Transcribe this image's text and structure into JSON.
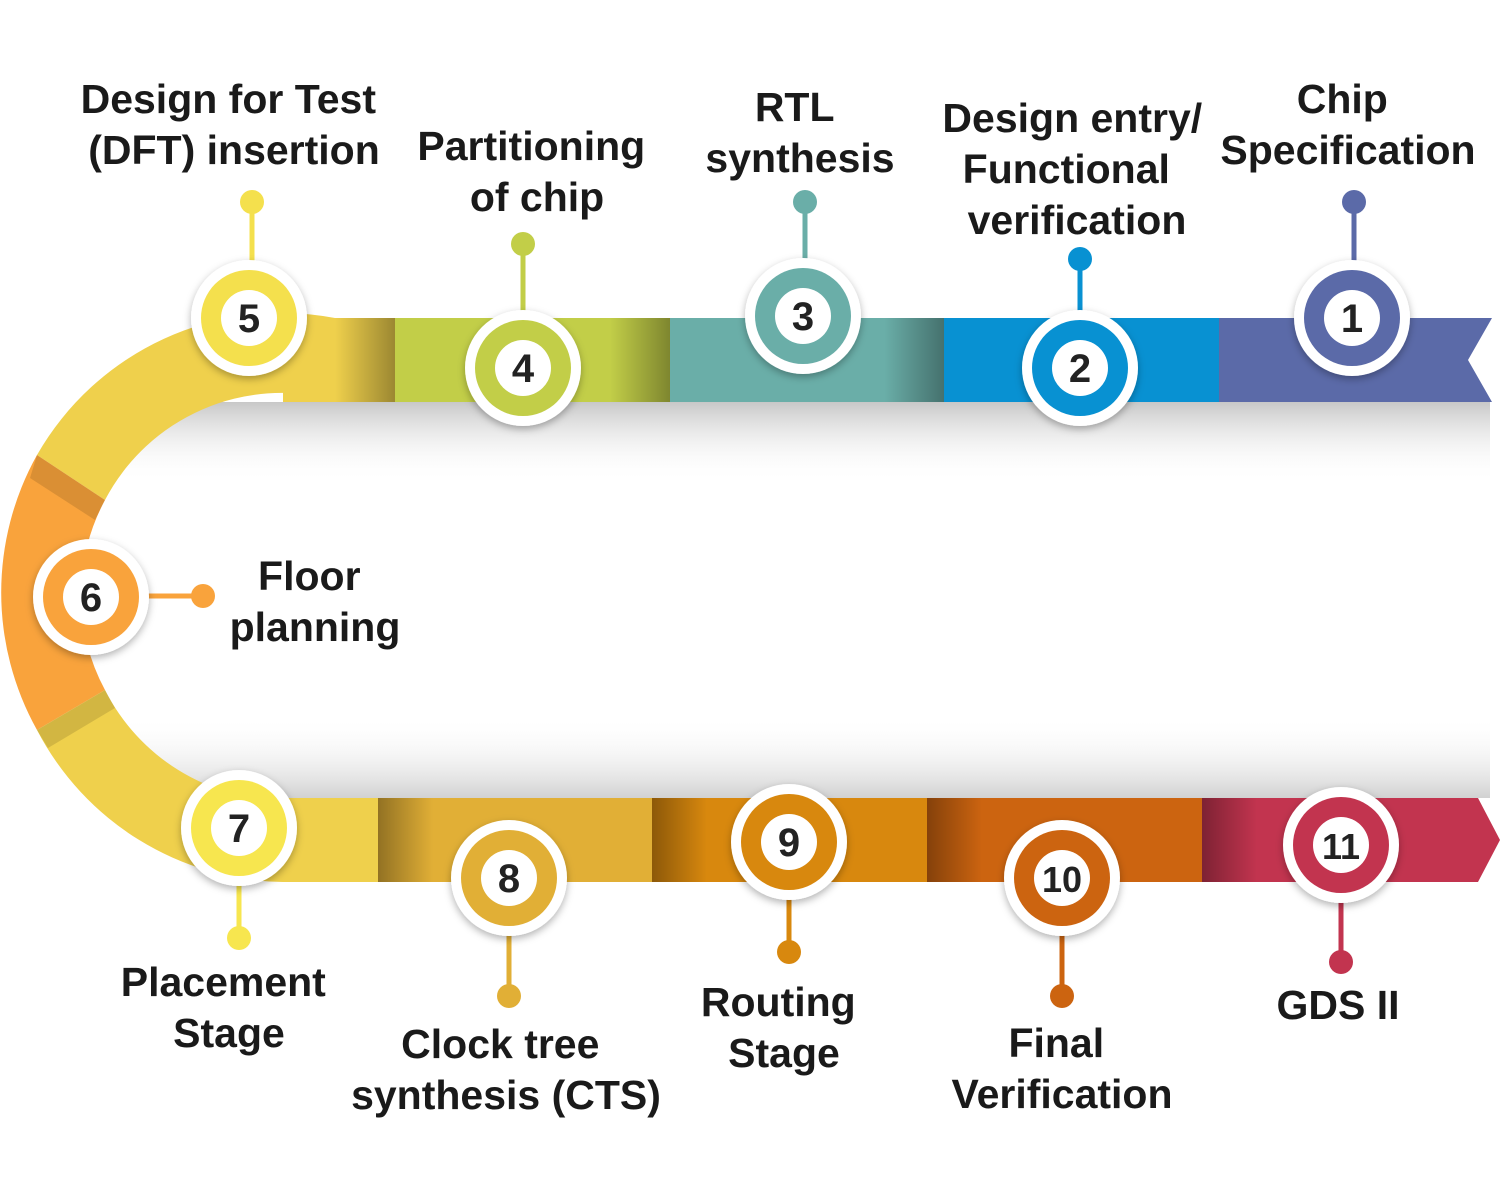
{
  "steps": [
    {
      "number": "1",
      "label_lines": [
        "Chip",
        "Specification"
      ],
      "color": "#5b6aa8"
    },
    {
      "number": "2",
      "label_lines": [
        "Design entry/",
        "Functional",
        "verification"
      ],
      "color": "#0891d2"
    },
    {
      "number": "3",
      "label_lines": [
        "RTL",
        "synthesis"
      ],
      "color": "#6aaea8"
    },
    {
      "number": "4",
      "label_lines": [
        "Partitioning",
        "of chip"
      ],
      "color": "#c2ce48"
    },
    {
      "number": "5",
      "label_lines": [
        "Design for Test",
        "(DFT) insertion"
      ],
      "color": "#f4e04d"
    },
    {
      "number": "6",
      "label_lines": [
        "Floor",
        "planning"
      ],
      "color": "#f9a33c"
    },
    {
      "number": "7",
      "label_lines": [
        "Placement",
        "Stage"
      ],
      "color": "#f7e64f"
    },
    {
      "number": "8",
      "label_lines": [
        "Clock tree",
        "synthesis (CTS)"
      ],
      "color": "#e1af36"
    },
    {
      "number": "9",
      "label_lines": [
        "Routing",
        "Stage"
      ],
      "color": "#d8880e"
    },
    {
      "number": "10",
      "label_lines": [
        "Final",
        "Verification"
      ],
      "color": "#cc6410"
    },
    {
      "number": "11",
      "label_lines": [
        "GDS II"
      ],
      "color": "#c2344f"
    }
  ]
}
